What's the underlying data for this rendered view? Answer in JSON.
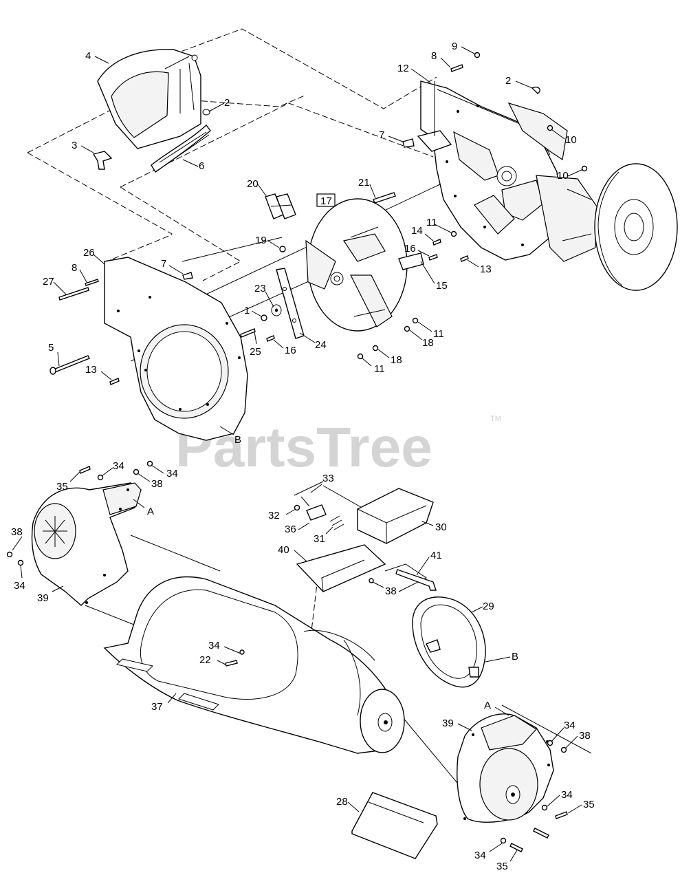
{
  "watermark": {
    "brand": "PartsTree",
    "trademark": "TM"
  },
  "boxed_callout": "17",
  "callouts": {
    "c4": "4",
    "c2a": "2",
    "c3": "3",
    "c6": "6",
    "c9": "9",
    "c8a": "8",
    "c12": "12",
    "c2b": "2",
    "c7a": "7",
    "c10a": "10",
    "c10b": "10",
    "c20": "20",
    "c21": "21",
    "c19": "19",
    "c26": "26",
    "c8b": "8",
    "c7b": "7",
    "c27": "27",
    "c14": "14",
    "c11a": "11",
    "c16a": "16",
    "c13a": "13",
    "c15": "15",
    "c23": "23",
    "c1": "1",
    "c11b": "11",
    "c18a": "18",
    "c18b": "18",
    "c11c": "11",
    "c25": "25",
    "c16b": "16",
    "c24": "24",
    "c5": "5",
    "c13b": "13",
    "cB1": "B",
    "c34a": "34",
    "c34b": "34",
    "c35a": "35",
    "c38a": "38",
    "cA1": "A",
    "c38b": "38",
    "c34c": "34",
    "c39a": "39",
    "c33": "33",
    "c32": "32",
    "c36": "36",
    "c31": "31",
    "c30": "30",
    "c40": "40",
    "c41": "41",
    "c38c": "38",
    "c29": "29",
    "cB2": "B",
    "c34d": "34",
    "c22": "22",
    "c37": "37",
    "cA2": "A",
    "c39b": "39",
    "c34e": "34",
    "c38d": "38",
    "c34f": "34",
    "c35b": "35",
    "c28": "28",
    "c34g": "34",
    "c35c": "35"
  }
}
